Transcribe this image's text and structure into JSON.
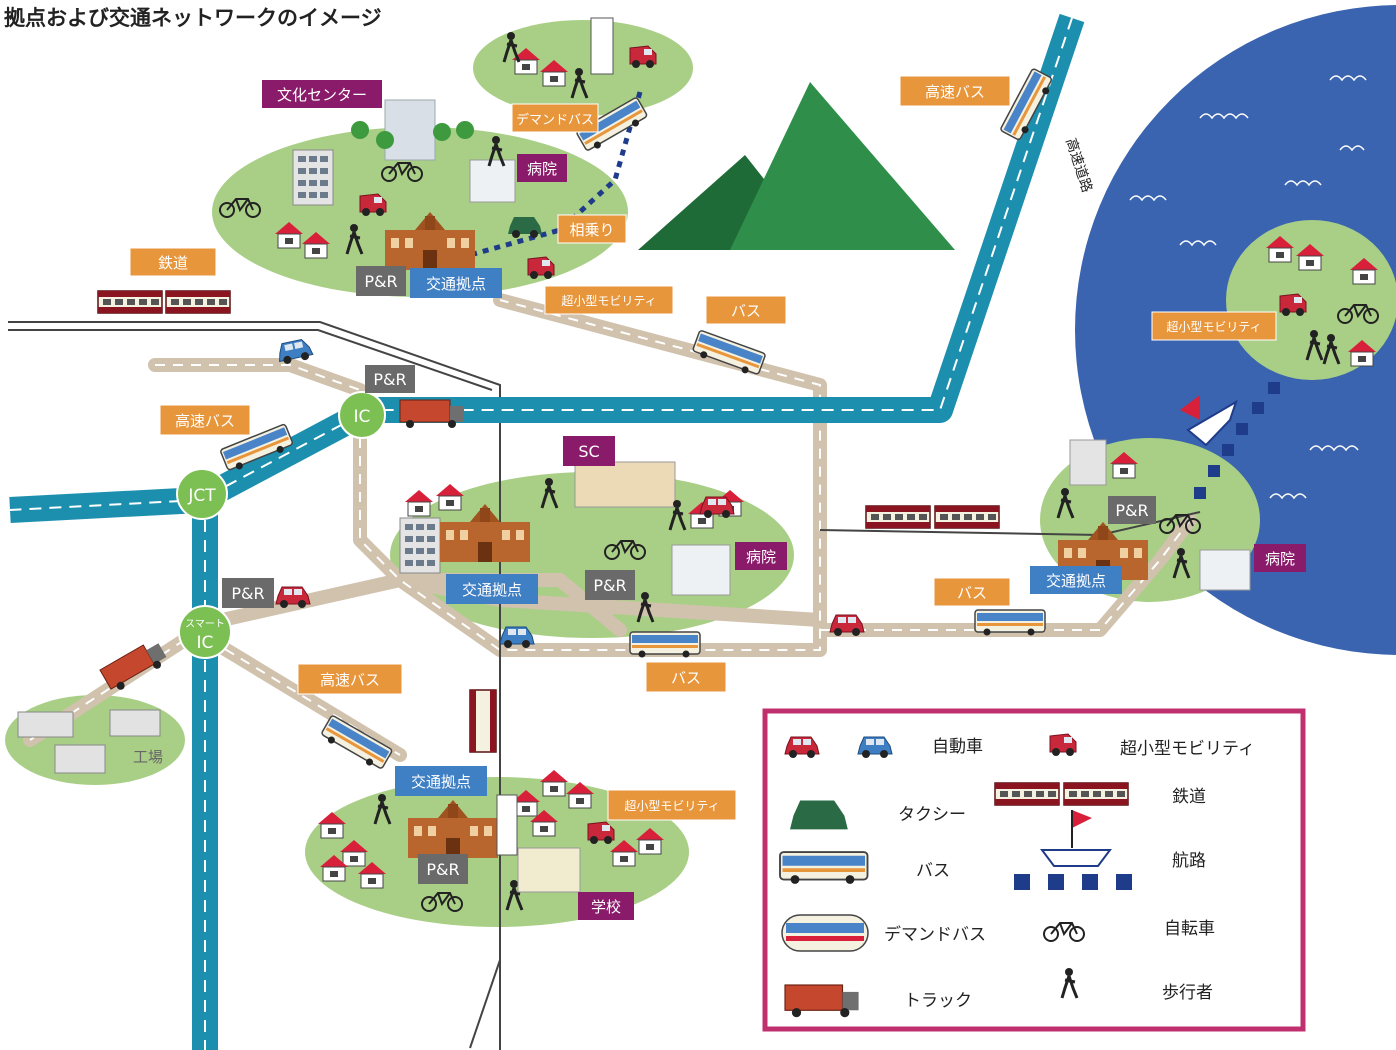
{
  "title": "拠点および交通ネットワークのイメージ",
  "colors": {
    "purple_label": "#8a1a6a",
    "orange_label": "#e8963c",
    "blue_label": "#3f7fc4",
    "gray_label": "#6a6a6a",
    "green_ic": "#7cbf52",
    "highway": "#1c8fae",
    "sea": "#3a64b0",
    "land": "#a9cf86",
    "mountain": "#2f8f4a",
    "legend_border": "#c0306e"
  },
  "labels": {
    "bunka_center": "文化センター",
    "demand_bus": "デマンドバス",
    "hospital_north": "病院",
    "ainori": "相乗り",
    "pr_north": "P&R",
    "hub_north": "交通拠点",
    "micro_north": "超小型モビリティ",
    "railway": "鉄道",
    "bus_north": "バス",
    "highway_bus_ne": "高速バス",
    "expressway": "高速道路",
    "micro_island": "超小型モビリティ",
    "pr_ic": "P&R",
    "ic": "IC",
    "highway_bus_w": "高速バス",
    "jct": "JCT",
    "sc": "SC",
    "hub_center": "交通拠点",
    "pr_center": "P&R",
    "hospital_center": "病院",
    "pr_smart": "P&R",
    "smart_ic_top": "スマート",
    "smart_ic_bottom": "IC",
    "bus_center": "バス",
    "highway_bus_sw": "高速バス",
    "factory": "工場",
    "hub_south": "交通拠点",
    "micro_south": "超小型モビリティ",
    "pr_south": "P&R",
    "school": "学校",
    "bus_east": "バス",
    "pr_east": "P&R",
    "hub_east": "交通拠点",
    "hospital_east": "病院"
  },
  "legend": {
    "car": "自動車",
    "micro_mobility": "超小型モビリティ",
    "taxi": "タクシー",
    "railway": "鉄道",
    "bus": "バス",
    "sea_route": "航路",
    "demand_bus": "デマンドバス",
    "bicycle": "自転車",
    "truck": "トラック",
    "pedestrian": "歩行者"
  }
}
